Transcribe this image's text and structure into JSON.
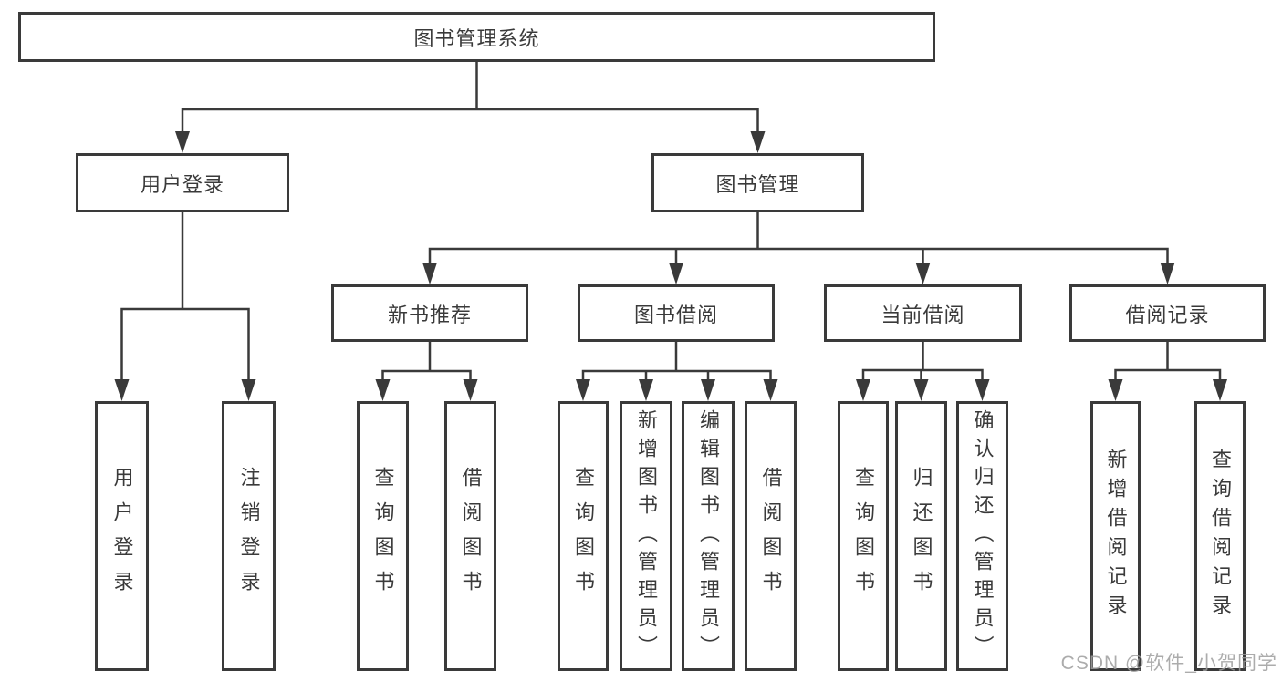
{
  "diagram": {
    "root": {
      "label": "图书管理系统"
    },
    "branches": [
      {
        "label": "用户登录",
        "children": [
          "用户登录",
          "注销登录"
        ]
      },
      {
        "label": "图书管理",
        "children": [
          {
            "label": "新书推荐",
            "children": [
              "查询图书",
              "借阅图书"
            ]
          },
          {
            "label": "图书借阅",
            "children": [
              "查询图书",
              "新增图书（管理员）",
              "编辑图书（管理员）",
              "借阅图书"
            ]
          },
          {
            "label": "当前借阅",
            "children": [
              "查询图书",
              "归还图书",
              "确认归还（管理员）"
            ]
          },
          {
            "label": "借阅记录",
            "children": [
              "新增借阅记录",
              "查询借阅记录"
            ]
          }
        ]
      }
    ],
    "line_color": "#3a3a3a",
    "watermark": "CSDN @软件_小贺同学"
  }
}
